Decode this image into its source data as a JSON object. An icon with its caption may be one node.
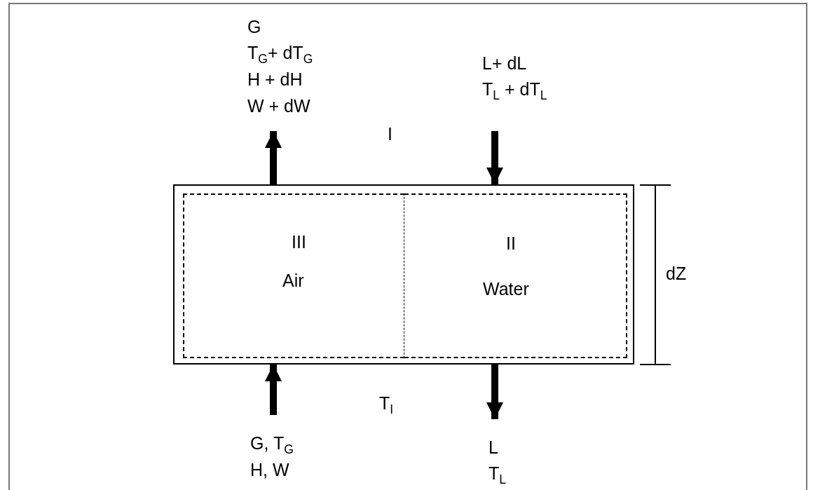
{
  "diagram": {
    "nodes": [
      {
        "text": [],
        "shape": "box"
      },
      {
        "text": [
          "III",
          "Air"
        ],
        "in": 0
      },
      {
        "text": [
          "II",
          "Water"
        ],
        "in": 0
      },
      {
        "text": [
          "G",
          "T$_{G}$+ dT$_{G}$",
          "H + dH",
          "W + dW"
        ]
      },
      {
        "text": [
          "L+ dL",
          "T$_{L}$ + dT$_{L}$"
        ]
      },
      {
        "text": [
          "G, T$_{G}$",
          "H, W"
        ]
      },
      {
        "text": [
          "L",
          "T$_{L}$"
        ]
      }
    ],
    "edges": [
      {
        "from": 0,
        "to": 3,
        "arrow": "to"
      },
      {
        "from": 4,
        "to": 0,
        "arrow": "to"
      },
      {
        "from": 5,
        "to": 0,
        "arrow": "to"
      },
      {
        "from": 0,
        "to": 6,
        "arrow": "to"
      }
    ],
    "labels": [
      "I",
      "dZ",
      "T$_{I}$"
    ]
  }
}
